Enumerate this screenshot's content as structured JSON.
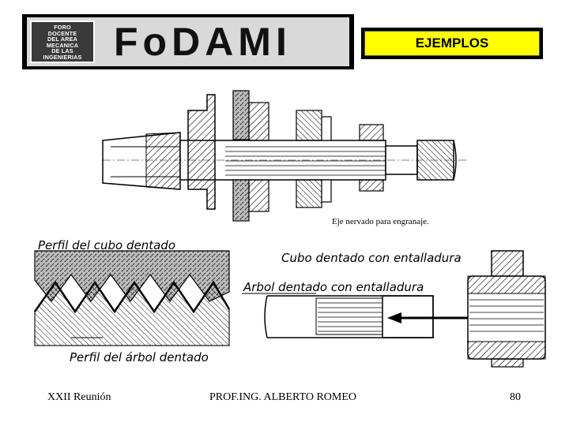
{
  "logo": {
    "badge_lines": [
      "FORO",
      "DOCENTE",
      "DEL AREA",
      "MECANICA",
      "DE LAS",
      "INGENIERIAS"
    ],
    "wordmark": "FoDAMI"
  },
  "section_title": "EJEMPLOS",
  "figure_top": {
    "caption": "Eje nervado para engranaje."
  },
  "figure_left": {
    "label_top": "Perfil del cubo dentado",
    "label_bottom": "Perfil del árbol dentado"
  },
  "figure_right": {
    "label_hub": "Cubo dentado con entalladura",
    "label_shaft": "Arbol dentado con entalladura"
  },
  "footer": {
    "left": "XXII Reunión",
    "center": "PROF.ING. ALBERTO ROMEO",
    "page": "80"
  }
}
